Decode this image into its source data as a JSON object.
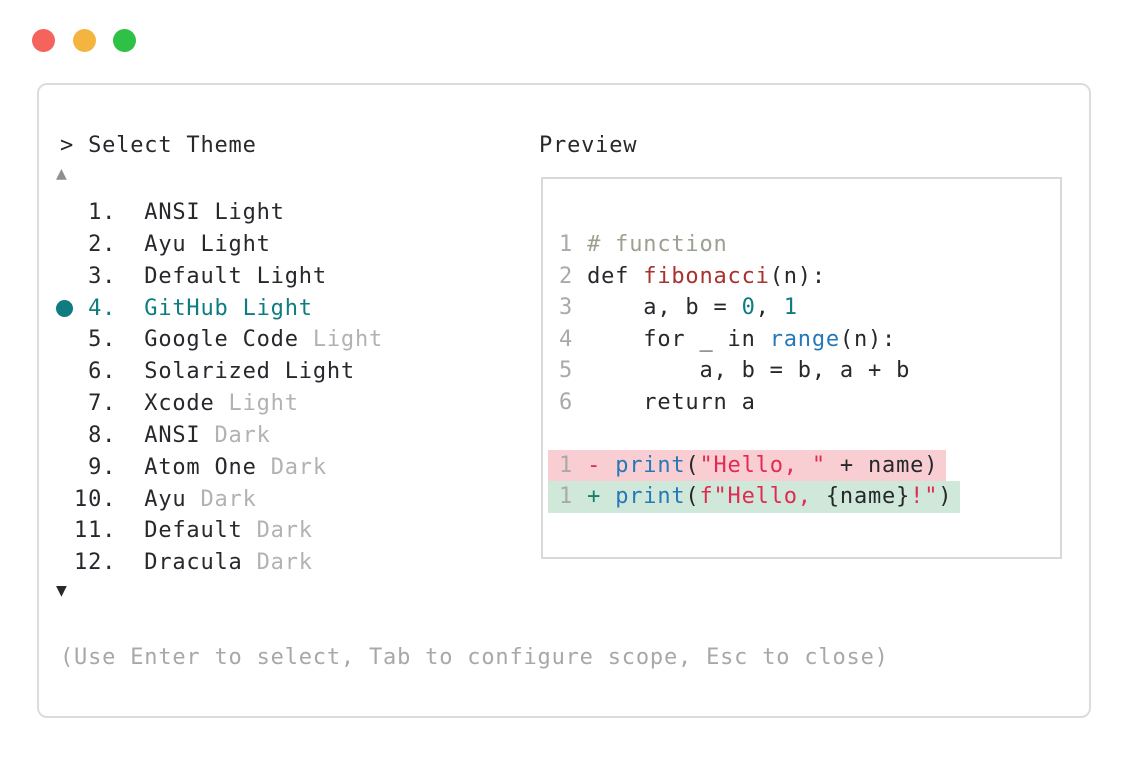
{
  "colors": {
    "ink": "#26282c",
    "dim": "#b2b2b2",
    "linenum": "#a9a9a9",
    "teal": "#0e7c80",
    "brick": "#a8322d",
    "blue": "#2679b8",
    "crimson": "#e22a52",
    "comment": "#9ba18f",
    "minus": "#d8314f",
    "plus": "#15806c",
    "red_bg": "#f9ced2",
    "green_bg": "#cfe8da",
    "hint_gray": "#a8a8a8",
    "arrow_up": "#8f8f8f",
    "arrow_down": "#26282c",
    "window_border": "#dcdcdc",
    "panel_border": "#d9d9d9",
    "light_red": "#f4635c",
    "light_yellow": "#f3b53f",
    "light_green": "#2fc146"
  },
  "titlebar": {
    "close_label": "close",
    "minimize_label": "minimize",
    "zoom_label": "zoom"
  },
  "selector": {
    "prompt": "> Select Theme",
    "scroll_up": "▲",
    "scroll_down": "▼",
    "hint": "(Use Enter to select, Tab to configure scope, Esc to close)",
    "items": [
      {
        "prefix": "  1.  ",
        "base": "ANSI",
        "variant": "Light",
        "dim": false,
        "selected": false
      },
      {
        "prefix": "  2.  ",
        "base": "Ayu",
        "variant": "Light",
        "dim": false,
        "selected": false
      },
      {
        "prefix": "  3.  ",
        "base": "Default",
        "variant": "Light",
        "dim": false,
        "selected": false
      },
      {
        "prefix": "  4.  ",
        "base": "GitHub",
        "variant": "Light",
        "dim": false,
        "selected": true
      },
      {
        "prefix": "  5.  ",
        "base": "Google Code",
        "variant": "Light",
        "dim": true,
        "selected": false
      },
      {
        "prefix": "  6.  ",
        "base": "Solarized",
        "variant": "Light",
        "dim": false,
        "selected": false
      },
      {
        "prefix": "  7.  ",
        "base": "Xcode",
        "variant": "Light",
        "dim": true,
        "selected": false
      },
      {
        "prefix": "  8.  ",
        "base": "ANSI",
        "variant": "Dark",
        "dim": true,
        "selected": false
      },
      {
        "prefix": "  9.  ",
        "base": "Atom One",
        "variant": "Dark",
        "dim": true,
        "selected": false
      },
      {
        "prefix": " 10.  ",
        "base": "Ayu",
        "variant": "Dark",
        "dim": true,
        "selected": false
      },
      {
        "prefix": " 11.  ",
        "base": "Default",
        "variant": "Dark",
        "dim": true,
        "selected": false
      },
      {
        "prefix": " 12.  ",
        "base": "Dracula",
        "variant": "Dark",
        "dim": true,
        "selected": false
      }
    ]
  },
  "preview": {
    "label": "Preview",
    "code_lines": [
      [
        {
          "t": "1 ",
          "c": "linenum"
        },
        {
          "t": "# function",
          "c": "comment"
        }
      ],
      [
        {
          "t": "2 ",
          "c": "linenum"
        },
        {
          "t": "def ",
          "c": "ink"
        },
        {
          "t": "fibonacci",
          "c": "brick"
        },
        {
          "t": "(n):",
          "c": "ink"
        }
      ],
      [
        {
          "t": "3 ",
          "c": "linenum"
        },
        {
          "t": "    a, b = ",
          "c": "ink"
        },
        {
          "t": "0",
          "c": "teal"
        },
        {
          "t": ", ",
          "c": "ink"
        },
        {
          "t": "1",
          "c": "teal"
        }
      ],
      [
        {
          "t": "4 ",
          "c": "linenum"
        },
        {
          "t": "    for _ in ",
          "c": "ink"
        },
        {
          "t": "range",
          "c": "blue"
        },
        {
          "t": "(n):",
          "c": "ink"
        }
      ],
      [
        {
          "t": "5 ",
          "c": "linenum"
        },
        {
          "t": "        a, b = b, a + b",
          "c": "ink"
        }
      ],
      [
        {
          "t": "6 ",
          "c": "linenum"
        },
        {
          "t": "    return a",
          "c": "ink"
        }
      ],
      []
    ],
    "diff_lines": [
      {
        "bg": "red_bg",
        "tokens": [
          {
            "t": "1 ",
            "c": "linenum"
          },
          {
            "t": "- ",
            "c": "minus"
          },
          {
            "t": "print",
            "c": "blue"
          },
          {
            "t": "(",
            "c": "ink"
          },
          {
            "t": "\"Hello, \"",
            "c": "crimson"
          },
          {
            "t": " + name",
            "c": "ink"
          },
          {
            "t": ")",
            "c": "ink"
          }
        ]
      },
      {
        "bg": "green_bg",
        "tokens": [
          {
            "t": "1 ",
            "c": "linenum"
          },
          {
            "t": "+ ",
            "c": "plus"
          },
          {
            "t": "print",
            "c": "blue"
          },
          {
            "t": "(",
            "c": "ink"
          },
          {
            "t": "f\"Hello, ",
            "c": "crimson"
          },
          {
            "t": "{name}",
            "c": "ink"
          },
          {
            "t": "!\"",
            "c": "crimson"
          },
          {
            "t": ")",
            "c": "ink"
          }
        ]
      }
    ]
  }
}
